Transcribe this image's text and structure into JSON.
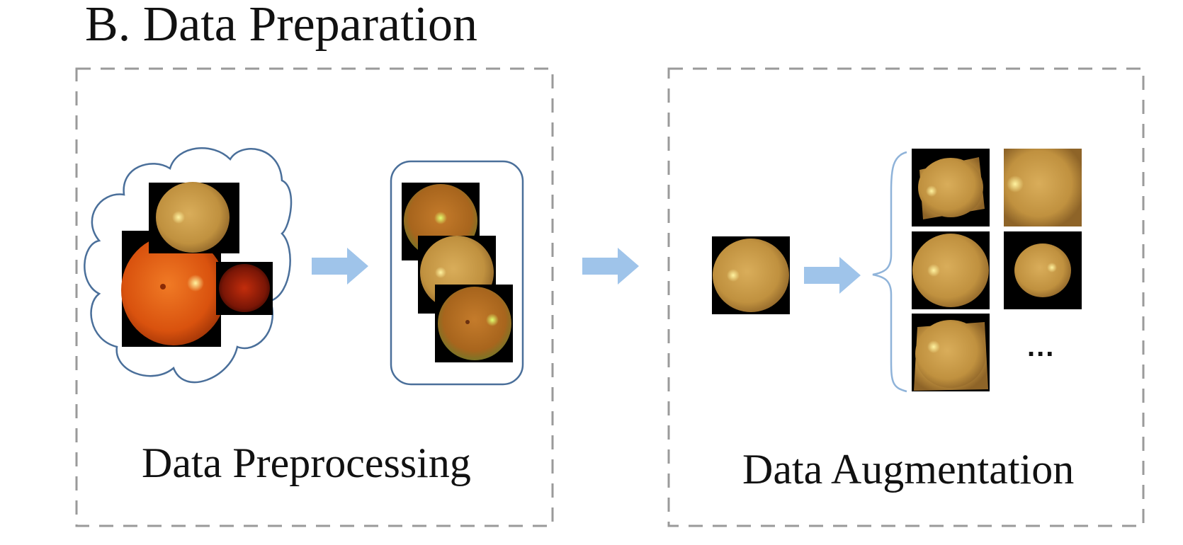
{
  "title": "B. Data Preparation",
  "panels": {
    "preprocessing": {
      "label": "Data Preprocessing"
    },
    "augmentation": {
      "label": "Data Augmentation"
    }
  },
  "ellipsis": "...",
  "colors": {
    "panel_border": "#9a9a9a",
    "outline": "#4a6f9a",
    "arrow": "#9fc4ea",
    "fundus_dark": "#c8480a",
    "fundus_light": "#c99a45",
    "image_bg": "#000000"
  }
}
